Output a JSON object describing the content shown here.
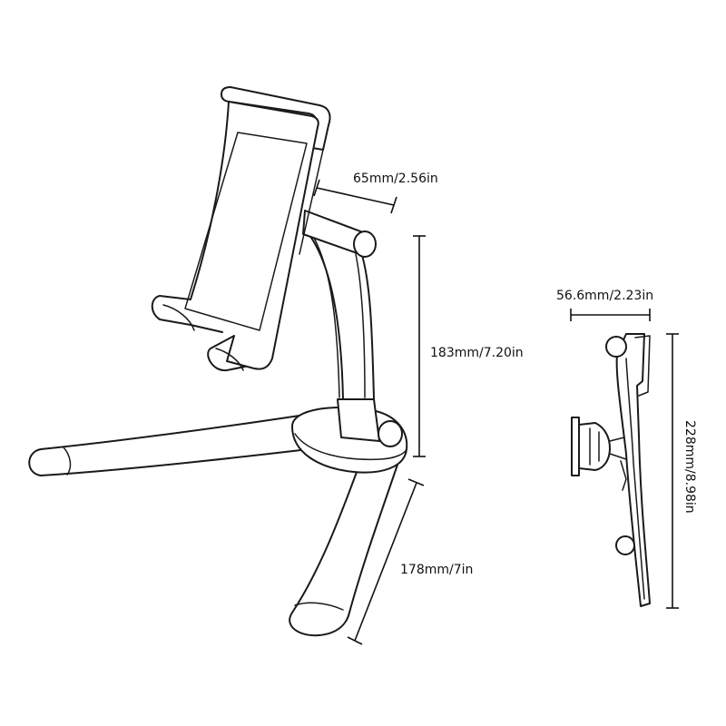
{
  "dimensions": {
    "clamp_depth": "65mm/2.56in",
    "arm_height": "183mm/7.20in",
    "leg_length": "178mm/7in",
    "side_depth": "56.6mm/2.23in",
    "side_height": "228mm/8.98in"
  }
}
